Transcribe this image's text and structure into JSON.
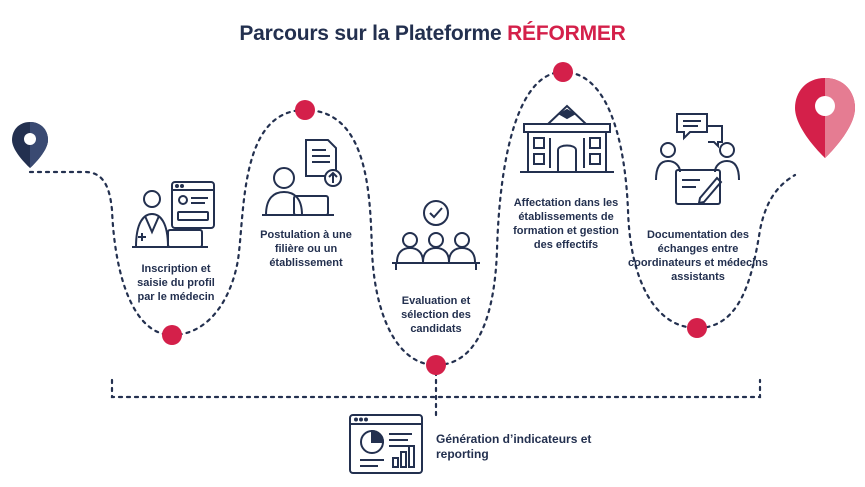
{
  "title": {
    "main": "Parcours sur la Plateforme ",
    "accent": "RÉFORMER"
  },
  "colors": {
    "navy": "#23304f",
    "red": "#d4204a",
    "light_red": "#e57c92"
  },
  "steps": [
    {
      "label": "Inscription et saisie du profil par le médecin",
      "icon": "doctor-computer-icon"
    },
    {
      "label": "Postulation à une filière ou un établissement",
      "icon": "person-document-icon"
    },
    {
      "label": "Evaluation et sélection des candidats",
      "icon": "group-checkmark-icon"
    },
    {
      "label": "Affectation dans les établissements de formation et gestion des effectifs",
      "icon": "institution-building-icon"
    },
    {
      "label": "Documentation des échanges entre coordinateurs et médecins assistants",
      "icon": "meeting-chat-icon"
    }
  ],
  "reporting": {
    "label": "Génération d’indicateurs et reporting",
    "icon": "dashboard-chart-icon"
  }
}
